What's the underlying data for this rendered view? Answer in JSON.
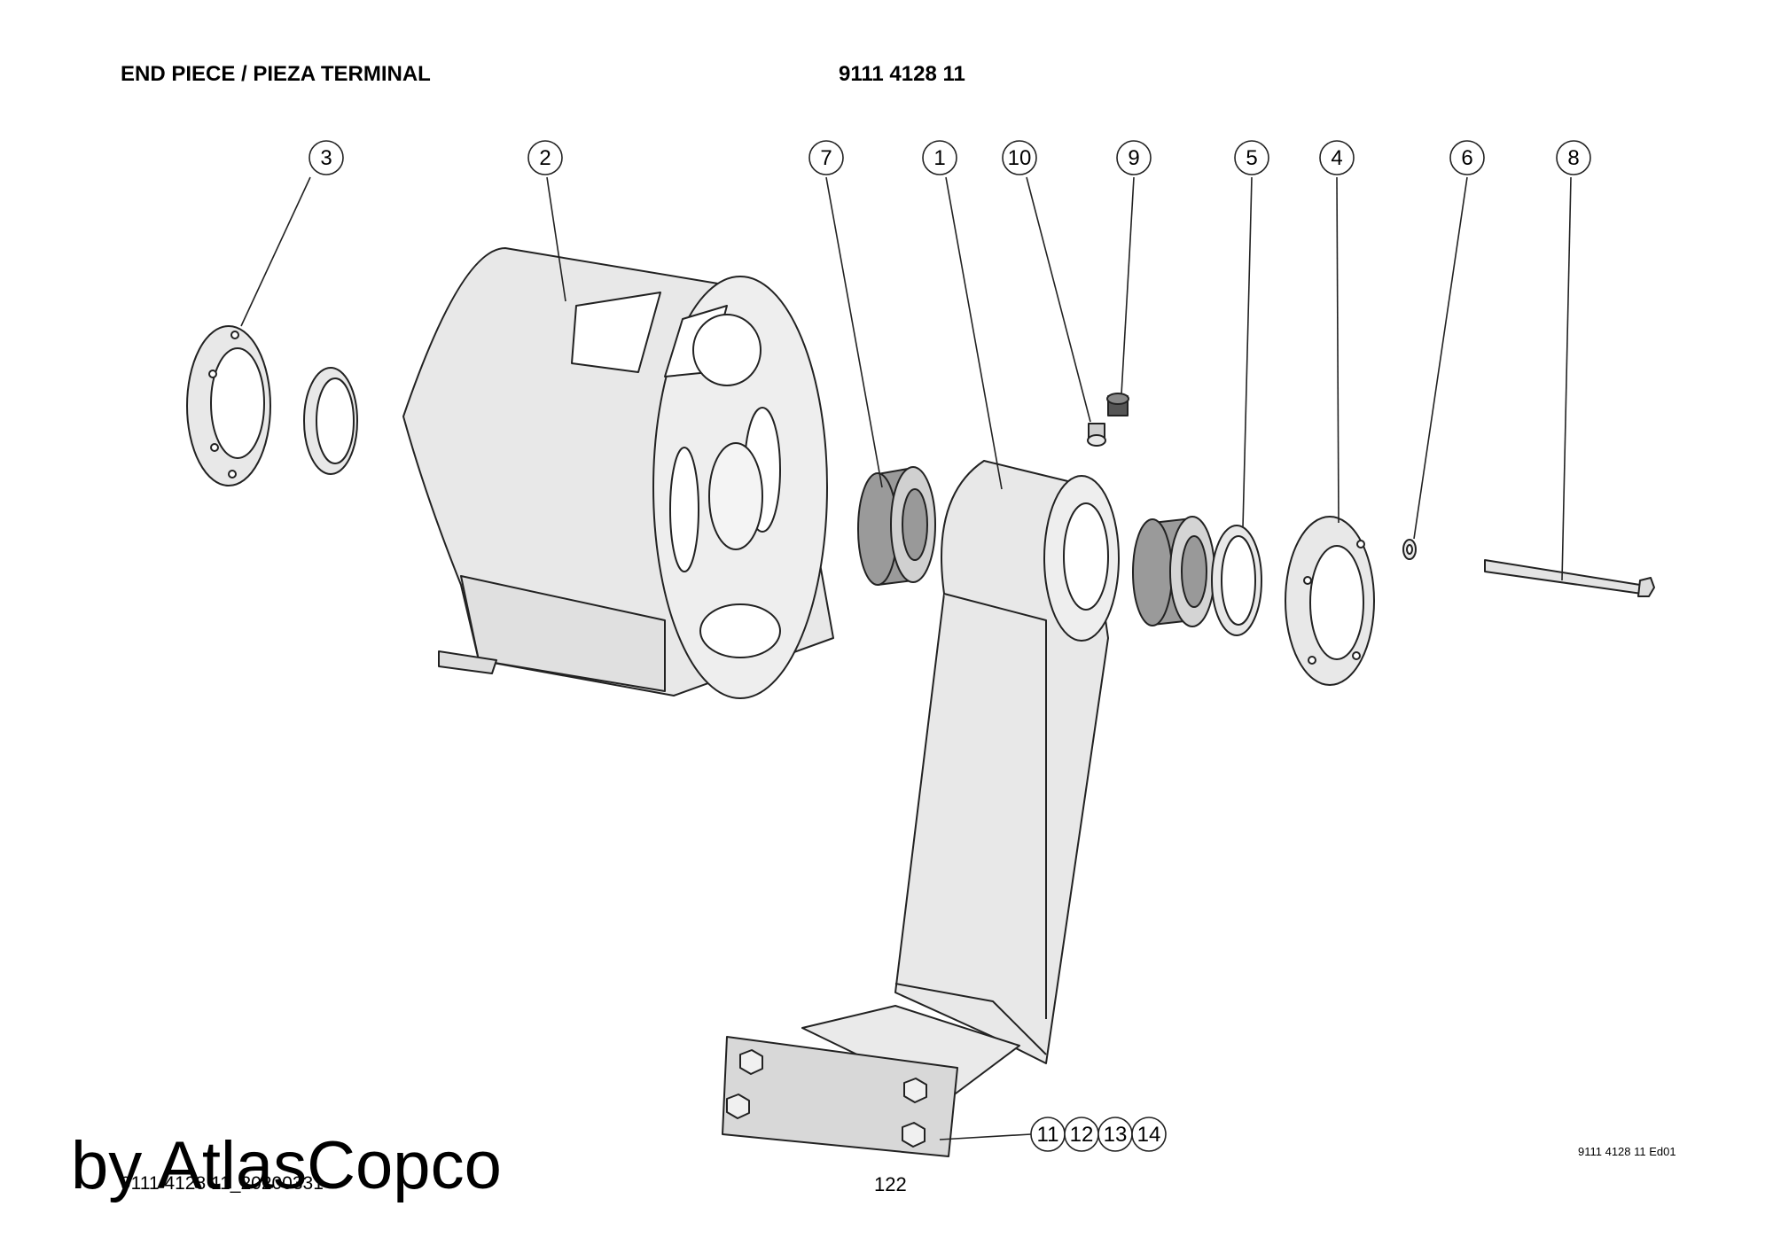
{
  "header": {
    "title": "END PIECE / PIEZA TERMINAL",
    "part_number": "9111 4128 11"
  },
  "callouts": [
    {
      "label": "3"
    },
    {
      "label": "2"
    },
    {
      "label": "7"
    },
    {
      "label": "1"
    },
    {
      "label": "10"
    },
    {
      "label": "9"
    },
    {
      "label": "5"
    },
    {
      "label": "4"
    },
    {
      "label": "6"
    },
    {
      "label": "8"
    },
    {
      "label": "11"
    },
    {
      "label": "12"
    },
    {
      "label": "13"
    },
    {
      "label": "14"
    }
  ],
  "footer": {
    "edition": "9111 4128 11 Ed01",
    "page_number": "122",
    "doc_ref": "9111 4128 11_20200331"
  },
  "watermark": "by AtlasCopco",
  "colors": {
    "part_fill": "#e8e8e8",
    "part_dark": "#9a9a9a",
    "line": "#222222"
  }
}
